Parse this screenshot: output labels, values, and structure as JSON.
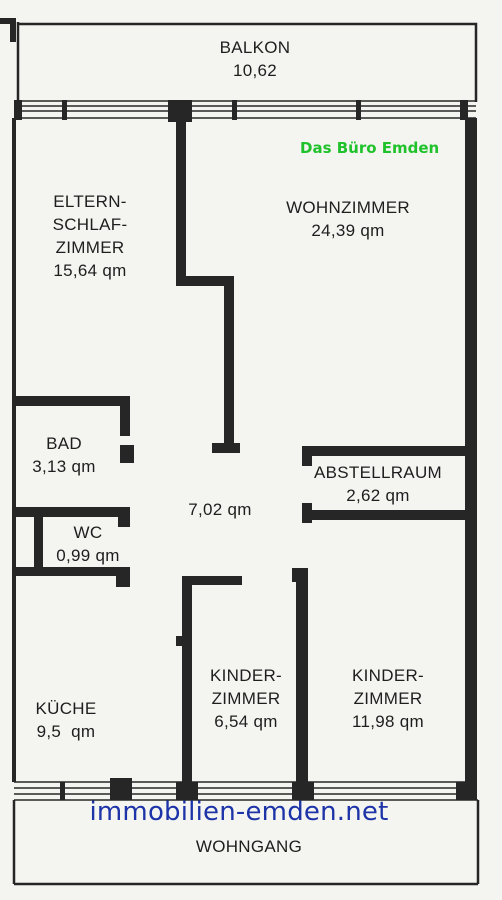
{
  "colors": {
    "wall": "#262626",
    "brand_text": "#1fc22a",
    "url_text": "#1d33a8",
    "paper": "#f4f4f1"
  },
  "brand": "Das Büro Emden",
  "website": "immobilien-emden.net",
  "rooms": {
    "balkon": {
      "name": "BALKON",
      "area": "10,62"
    },
    "eltern": {
      "name_lines": [
        "ELTERN-",
        "SCHLAF-",
        "ZIMMER"
      ],
      "area": "15,64 qm"
    },
    "wohn": {
      "name": "WOHNZIMMER",
      "area": "24,39 qm"
    },
    "bad": {
      "name": "BAD",
      "area": "3,13 qm"
    },
    "flur": {
      "area": "7,02 qm"
    },
    "abstell": {
      "name": "ABSTELLRAUM",
      "area": "2,62 qm"
    },
    "wc": {
      "name": "WC",
      "area": "0,99 qm"
    },
    "kueche": {
      "name": "KÜCHE",
      "area": "9,5  qm"
    },
    "kinder1": {
      "name_lines": [
        "KINDER-",
        "ZIMMER"
      ],
      "area": "6,54 qm"
    },
    "kinder2": {
      "name_lines": [
        "KINDER-",
        "ZIMMER"
      ],
      "area": "11,98 qm"
    },
    "wohngang": {
      "name": "WOHNGANG"
    }
  }
}
